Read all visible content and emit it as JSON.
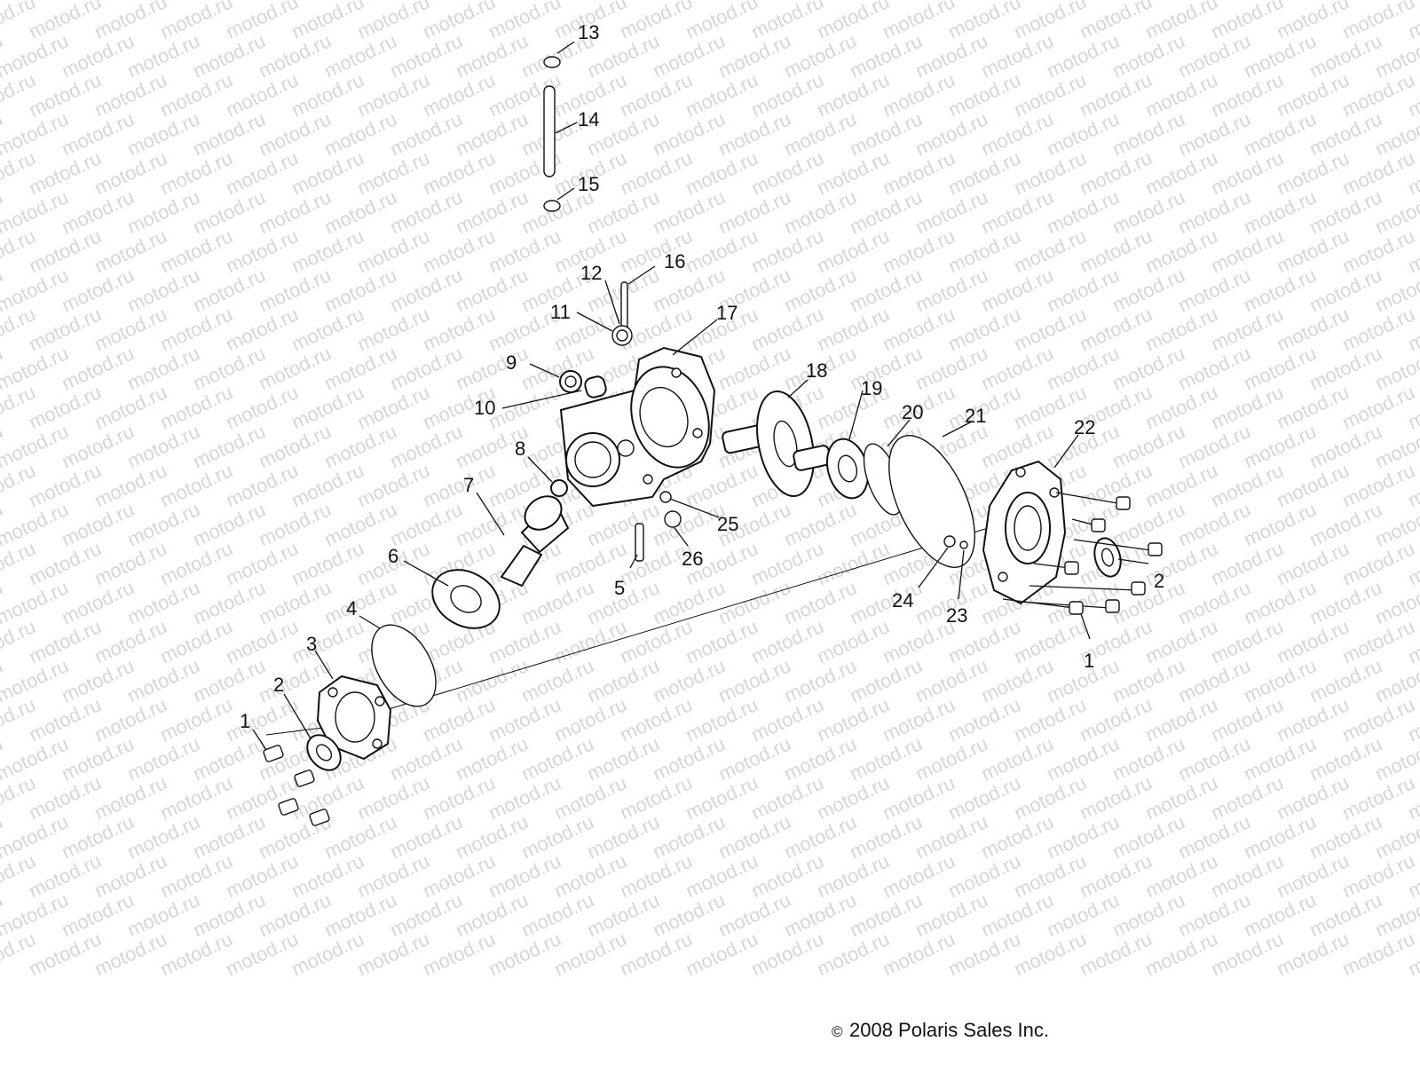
{
  "watermark": {
    "text": "motod.ru"
  },
  "callouts": {
    "c13": "13",
    "c14": "14",
    "c15": "15",
    "c16": "16",
    "c12": "12",
    "c11": "11",
    "c17": "17",
    "c9": "9",
    "c10": "10",
    "c18": "18",
    "c19": "19",
    "c20": "20",
    "c21": "21",
    "c22": "22",
    "c8": "8",
    "c7": "7",
    "c25": "25",
    "c26": "26",
    "c5": "5",
    "c6": "6",
    "c4": "4",
    "c3": "3",
    "c2_left": "2",
    "c1_left": "1",
    "c24": "24",
    "c23": "23",
    "c2_right": "2",
    "c1_right": "1"
  },
  "copyright": {
    "symbol": "©",
    "text": "2008 Polaris Sales Inc."
  }
}
